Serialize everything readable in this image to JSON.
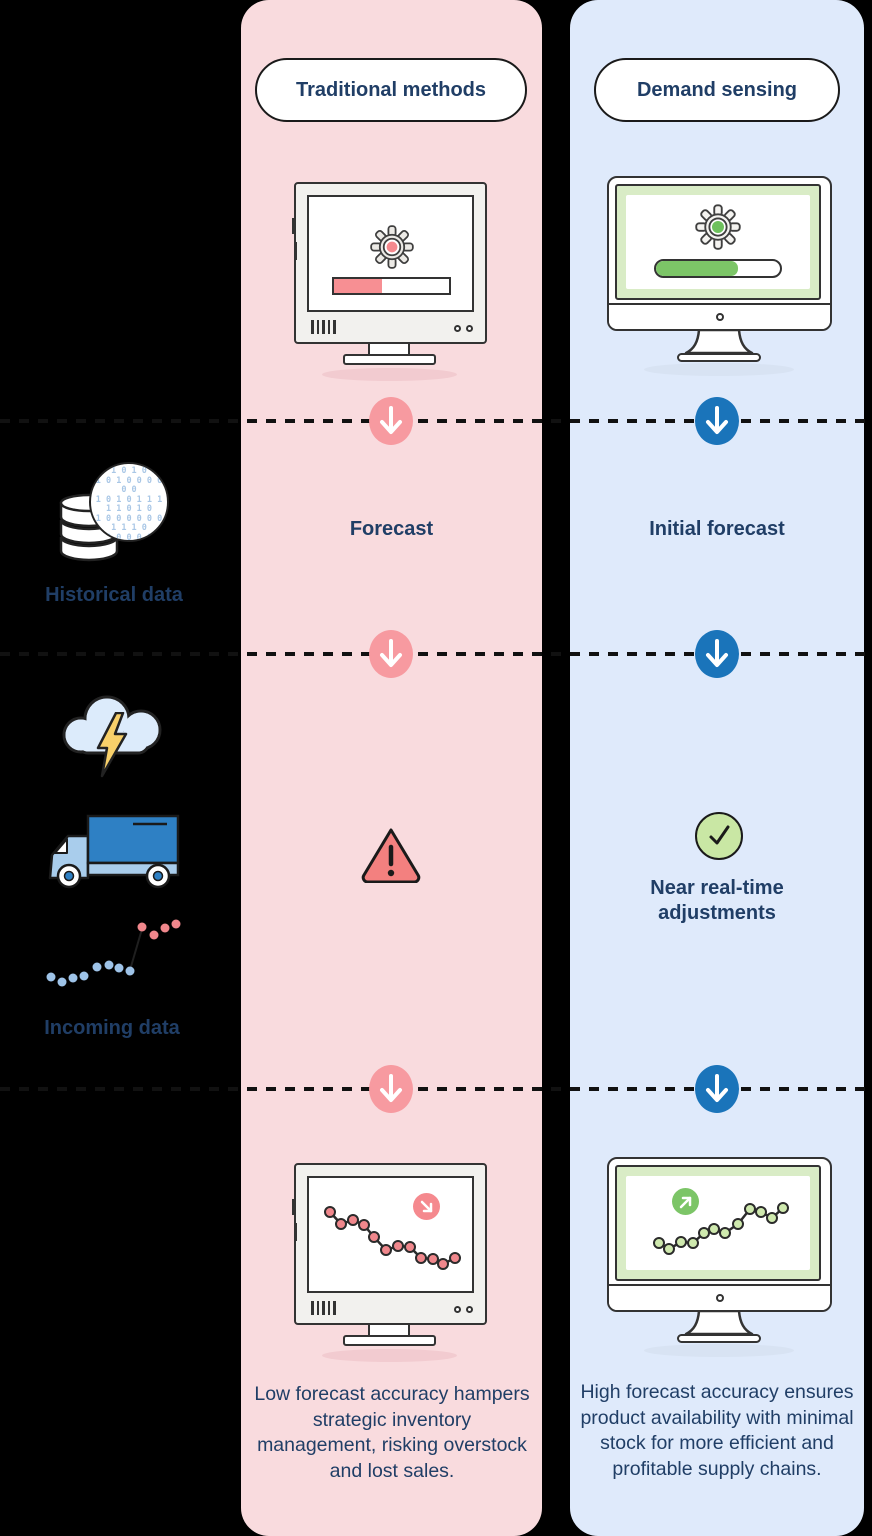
{
  "columns": {
    "traditional": {
      "title": "Traditional methods",
      "forecast_label": "Forecast",
      "progress_pct": 42,
      "summary": "Low forecast accuracy hampers strategic inventory management, risking overstock and lost sales.",
      "bg": "#f9dbde",
      "accent": "#f79aa0"
    },
    "demand": {
      "title": "Demand sensing",
      "forecast_label": "Initial forecast",
      "adjustments_label": "Near real-time adjustments",
      "progress_pct": 66,
      "summary": "High forecast accuracy ensures product availability with minimal stock for more efficient and profitable supply chains.",
      "bg": "#dfeafb",
      "accent": "#1a74ba"
    }
  },
  "left_rail": {
    "historical_label": "Historical data",
    "incoming_label": "Incoming data",
    "binary_rows": [
      "0 1 0 1 0 1",
      "1 0 1 0 0 0 0 0 0",
      "1 0 1 0 1 1 1 1 1 0 1 0",
      "1 0 0 0 0 0 0 1 1 1 0",
      "0 0 0 0 0 0 1 1 1 1 1",
      "0 1 0 1 1 1 1 0 0 0",
      "0 0 0 0 0 1 1"
    ]
  },
  "colors": {
    "background": "#000000",
    "navy_text": "#203e66",
    "traditional_bg": "#f9dbde",
    "traditional_accent": "#f79aa0",
    "traditional_dot": "#f0878c",
    "demand_bg": "#dfeafb",
    "demand_accent": "#1a74ba",
    "green_accent": "#7cc567",
    "green_frame": "#d9ecc6",
    "check_bg": "#c9e7a4",
    "warning_fill": "#f3807f",
    "truck_blue": "#2e80c4",
    "truck_light_blue": "#a9cdec",
    "cloud_blue": "#dcebfb",
    "bolt_yellow": "#f8d06a",
    "binary_blue": "#a9c7e6"
  },
  "chart_data": [
    {
      "type": "line",
      "name": "declining-trend",
      "points": [
        [
          21,
          34
        ],
        [
          32,
          46
        ],
        [
          44,
          42
        ],
        [
          55,
          47
        ],
        [
          65,
          59
        ],
        [
          77,
          72
        ],
        [
          89,
          68
        ],
        [
          101,
          69
        ],
        [
          112,
          80
        ],
        [
          124,
          81
        ],
        [
          134,
          86
        ],
        [
          146,
          80
        ]
      ],
      "dot_fill": "#f0878c",
      "dot_stroke": "#2b2b2b",
      "line_color": "#2b2b2b",
      "dot_r": 5
    },
    {
      "type": "line",
      "name": "rising-trend",
      "points": [
        [
          33,
          67
        ],
        [
          43,
          73
        ],
        [
          55,
          66
        ],
        [
          67,
          67
        ],
        [
          78,
          57
        ],
        [
          88,
          53
        ],
        [
          99,
          57
        ],
        [
          112,
          48
        ],
        [
          124,
          33
        ],
        [
          135,
          36
        ],
        [
          146,
          42
        ],
        [
          157,
          32
        ]
      ],
      "dot_fill": "#cfe9ae",
      "dot_stroke": "#2b2b2b",
      "line_color": "#2b2b2b",
      "dot_r": 5
    },
    {
      "type": "scatter",
      "name": "incoming-data",
      "connect": false,
      "series": [
        {
          "points": [
            [
              11,
              63
            ],
            [
              22,
              68
            ],
            [
              33,
              64
            ],
            [
              44,
              62
            ],
            [
              57,
              53
            ],
            [
              69,
              51
            ],
            [
              79,
              54
            ],
            [
              90,
              57
            ]
          ],
          "dot_fill": "#9ec3e8"
        },
        {
          "points": [
            [
              102,
              13
            ],
            [
              114,
              21
            ],
            [
              125,
              14
            ],
            [
              136,
              10
            ]
          ],
          "dot_fill": "#f0878c"
        }
      ],
      "connector": [
        [
          90,
          56
        ],
        [
          102,
          15
        ]
      ],
      "connector_color": "#1f1f1f",
      "dot_r": 4.5
    }
  ]
}
